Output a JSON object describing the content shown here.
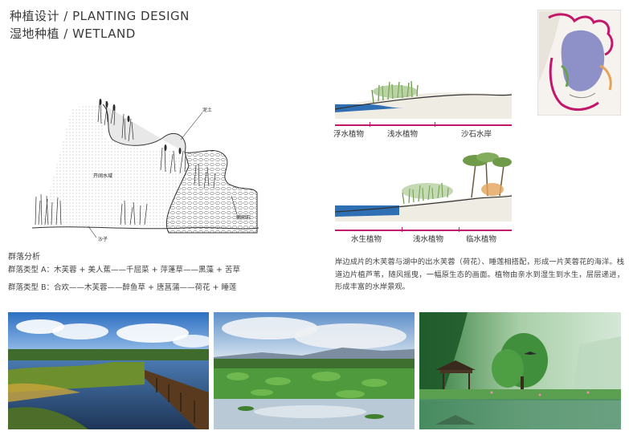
{
  "title": {
    "line1": "种植设计 / PLANTING DESIGN",
    "line2": "湿地种植 / WETLAND"
  },
  "diagram": {
    "label_mud": "泥土",
    "label_open_water": "开阔水域",
    "label_cobble": "鹅卵石",
    "label_sand": "沙子"
  },
  "community": {
    "heading": "群落分析",
    "type_a": "群落类型 A：木芙蓉 + 美人蕉——千屈菜 + 萍蓬草——黑藻 + 苦草",
    "type_b": "群落类型 B：合欢——木芙蓉——醉鱼草 + 唐菖蒲——荷花 + 睡莲"
  },
  "profile_top": {
    "labels": [
      "浮水植物",
      "浅水植物",
      "沙石水岸"
    ]
  },
  "profile_bottom": {
    "labels": [
      "水生植物",
      "浅水植物",
      "临水植物"
    ]
  },
  "description": "岸边成片的木芙蓉与湖中的出水芙蓉（荷花）、睡莲相搭配，形成一片芙蓉花的海洋。栈道边片植芦苇，随风摇曳，一幅原生态的画面。植物由亲水到湿生到水生，层层递进，形成丰富的水岸景观。",
  "colors": {
    "accent": "#c2186b",
    "water_blue": "#2f6fb3",
    "plant_green": "#5d8f3a",
    "map_purple": "#7a7fc0"
  },
  "icons": [
    "key-map-icon"
  ]
}
